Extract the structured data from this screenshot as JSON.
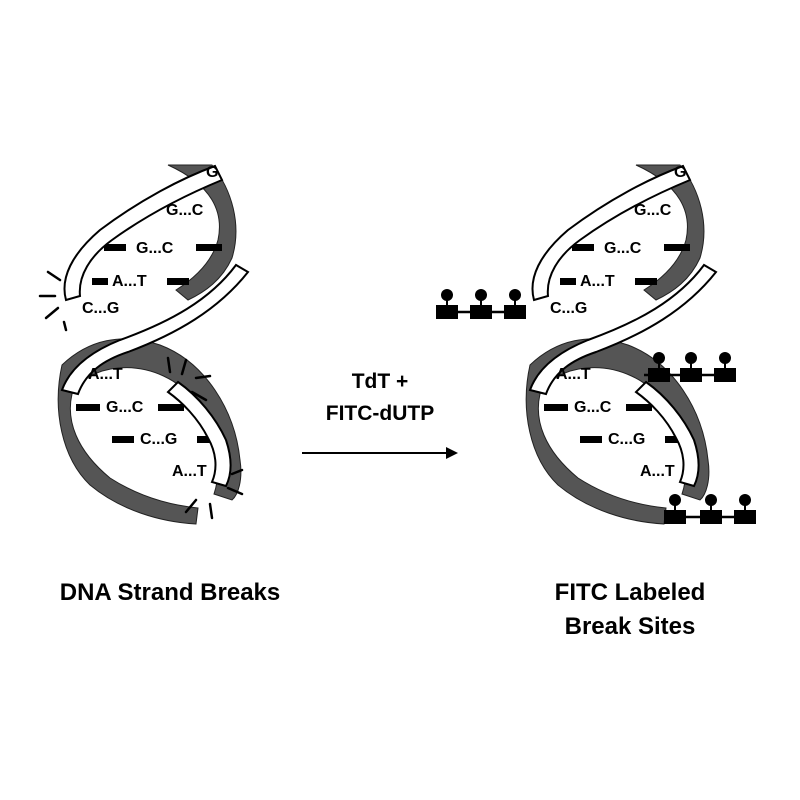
{
  "left_helix": {
    "base_pairs": [
      "G",
      "G...C",
      "G...C",
      "A...T",
      "C...G",
      "A...T",
      "G...C",
      "C...G",
      "A...T"
    ],
    "caption": "DNA Strand Breaks"
  },
  "reaction": {
    "line1": "TdT +",
    "line2": "FITC-dUTP"
  },
  "right_helix": {
    "base_pairs": [
      "G",
      "G...C",
      "G...C",
      "A...T",
      "C...G",
      "A...T",
      "G...C",
      "C...G",
      "A...T"
    ],
    "caption_line1": "FITC Labeled",
    "caption_line2": "Break Sites"
  },
  "colors": {
    "dark_strand": "#555555",
    "light_strand": "#ffffff",
    "ink": "#000000"
  }
}
